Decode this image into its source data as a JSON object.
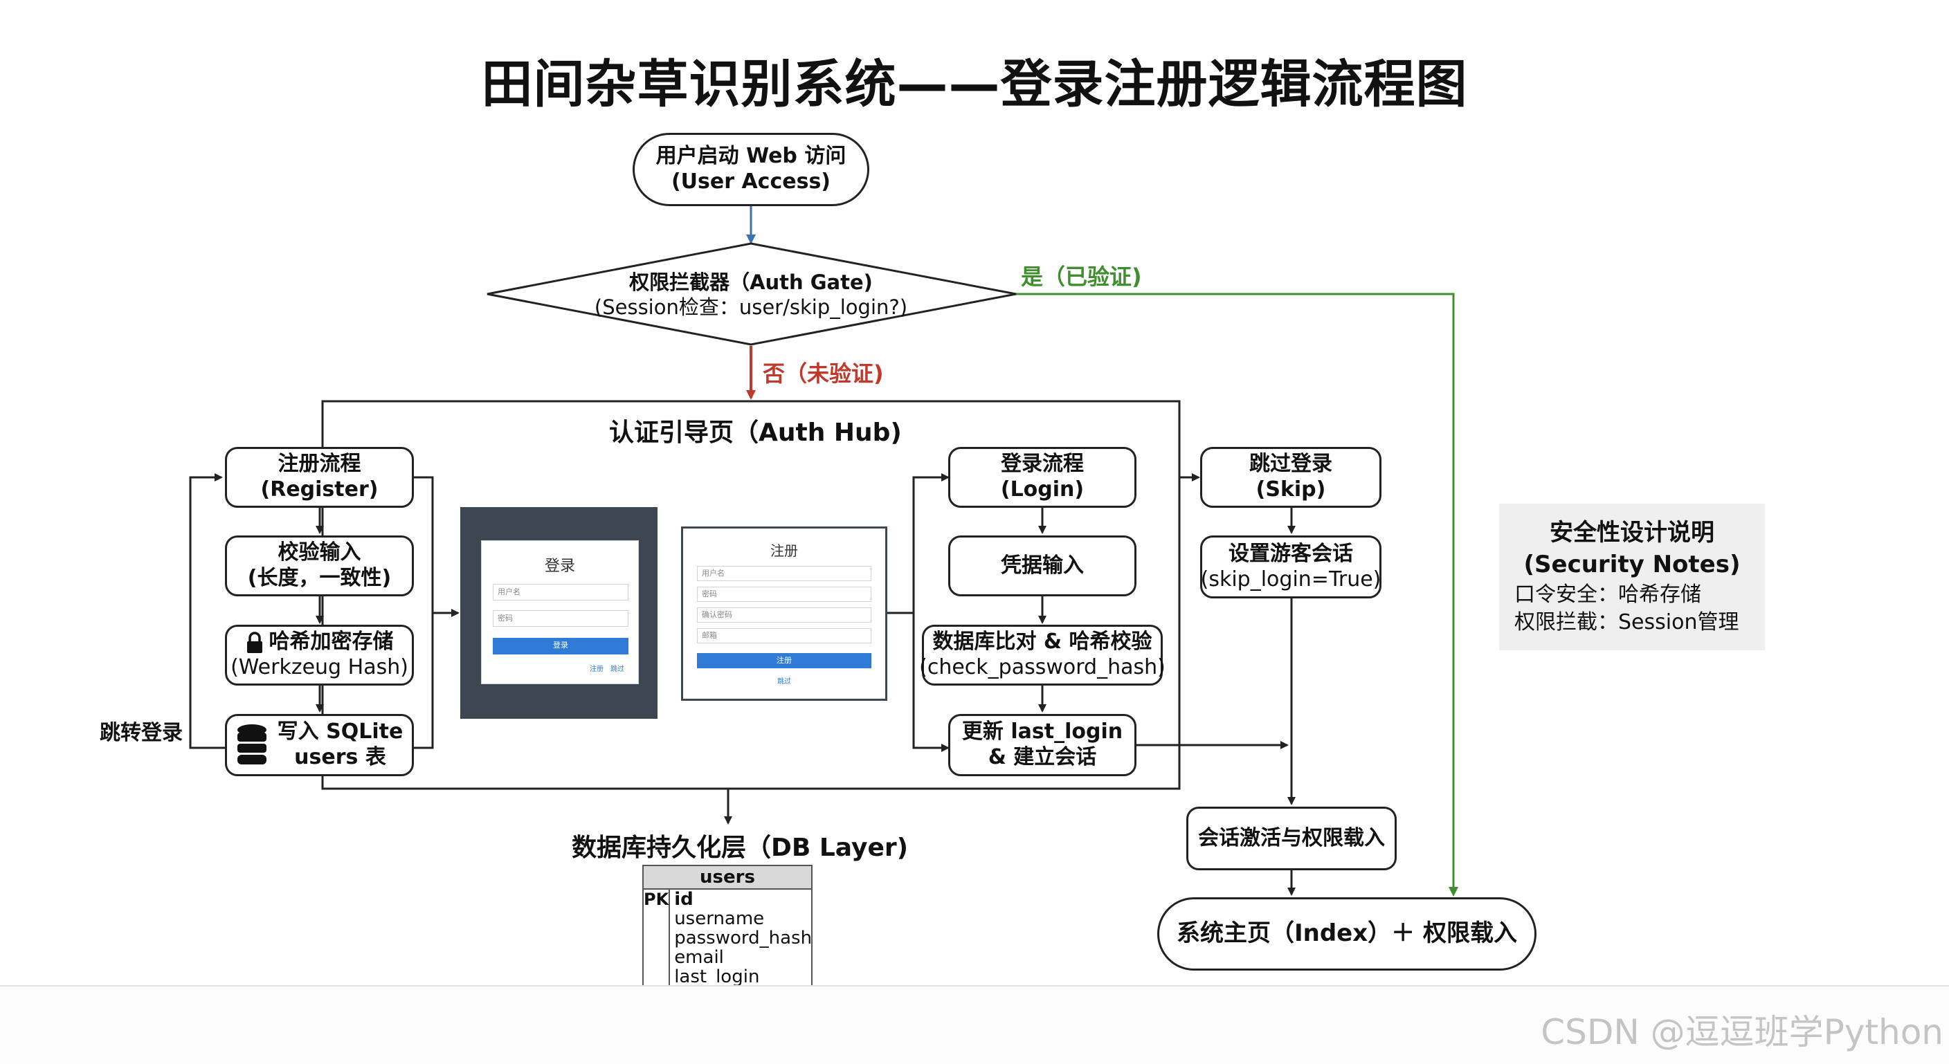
{
  "title": "田间杂草识别系统——登录注册逻辑流程图",
  "start": {
    "line1": "用户启动 Web 访问",
    "line2": "(User Access)"
  },
  "gate": {
    "line1": "权限拦截器（Auth Gate)",
    "line2": "(Session检查：user/skip_login?)"
  },
  "yes_label": "是（已验证)",
  "no_label": "否（未验证)",
  "hub_title": "认证引导页（Auth Hub)",
  "register": {
    "header": {
      "line1": "注册流程",
      "line2": "(Register)"
    },
    "validate": {
      "line1": "校验输入",
      "line2": "(长度，一致性)"
    },
    "hash": {
      "line1": "哈希加密存储",
      "line2": "(Werkzeug Hash)"
    },
    "write": {
      "line1": "写入 SQLite",
      "line2": "users 表"
    }
  },
  "jump_login": "跳转登录",
  "login_mock": {
    "title": "登录",
    "user": "用户名",
    "pwd": "密码",
    "button": "登录",
    "link1": "注册",
    "link2": "跳过"
  },
  "register_mock": {
    "title": "注册",
    "user": "用户名",
    "pwd": "密码",
    "confirm": "确认密码",
    "email": "邮箱",
    "button": "注册",
    "link": "跳过"
  },
  "login": {
    "header": {
      "line1": "登录流程",
      "line2": "(Login)"
    },
    "cred": "凭据输入",
    "check": {
      "line1": "数据库比对 & 哈希校验",
      "line2": "(check_password_hash)"
    },
    "update": {
      "line1": "更新 last_login",
      "line2": "& 建立会话"
    }
  },
  "skip": {
    "header": {
      "line1": "跳过登录",
      "line2": "(Skip)"
    },
    "guest": {
      "line1": "设置游客会话",
      "line2": "(skip_login=True)"
    }
  },
  "session_active": "会话激活与权限载入",
  "index": "系统主页（Index）＋ 权限载入",
  "db_layer": "数据库持久化层（DB Layer)",
  "db_table": {
    "name": "users",
    "pk": "PK",
    "columns": [
      "id",
      "username",
      "password_hash",
      "email",
      "last_login"
    ]
  },
  "notes": {
    "title1": "安全性设计说明",
    "title2": "(Security Notes)",
    "line1": "口令安全：哈希存储",
    "line2": "权限拦截：Session管理"
  },
  "watermark": "CSDN @逗逗班学Python",
  "colors": {
    "yes": "#3f8f2f",
    "no": "#c0392b",
    "start_arrow": "#3b6fb6",
    "button": "#2f7bd6"
  }
}
